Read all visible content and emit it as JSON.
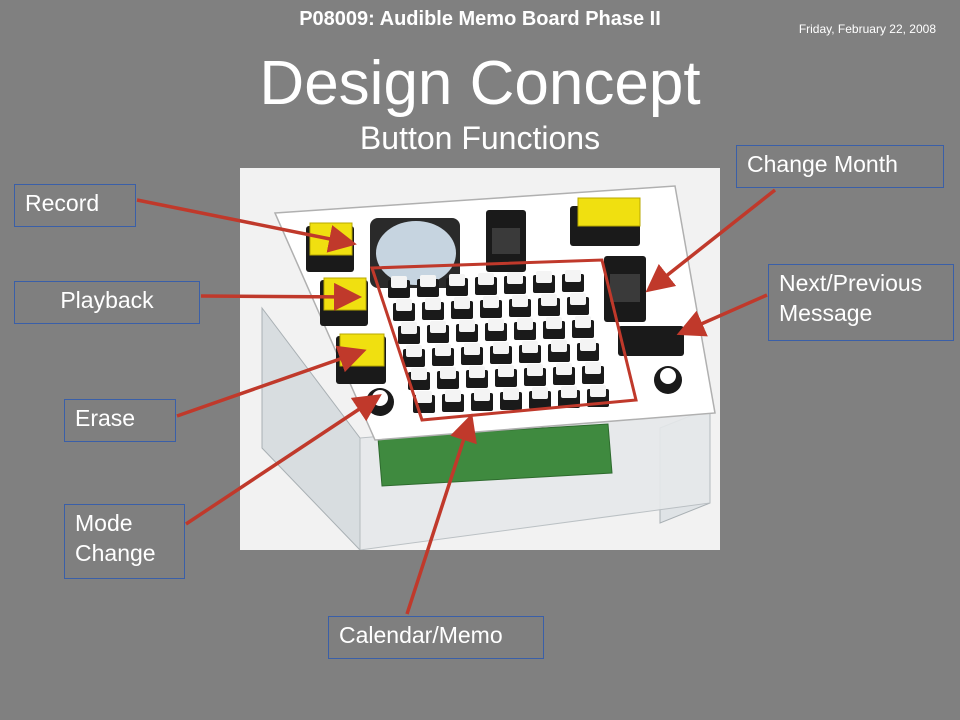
{
  "header": {
    "project_title": "P08009: Audible Memo Board Phase II",
    "date": "Friday, February 22, 2008",
    "title": "Design Concept",
    "subtitle": "Button Functions"
  },
  "labels": {
    "record": "Record",
    "playback": "Playback",
    "erase": "Erase",
    "mode_change_line1": "Mode",
    "mode_change_line2": "Change",
    "calendar_memo": "Calendar/Memo",
    "change_month": "Change Month",
    "next_prev_line1": "Next/Previous",
    "next_prev_line2": "Message"
  },
  "colors": {
    "background": "#808080",
    "arrow": "#c0392b",
    "label_border": "#3a5fa8",
    "button_yellow": "#f0e010"
  }
}
